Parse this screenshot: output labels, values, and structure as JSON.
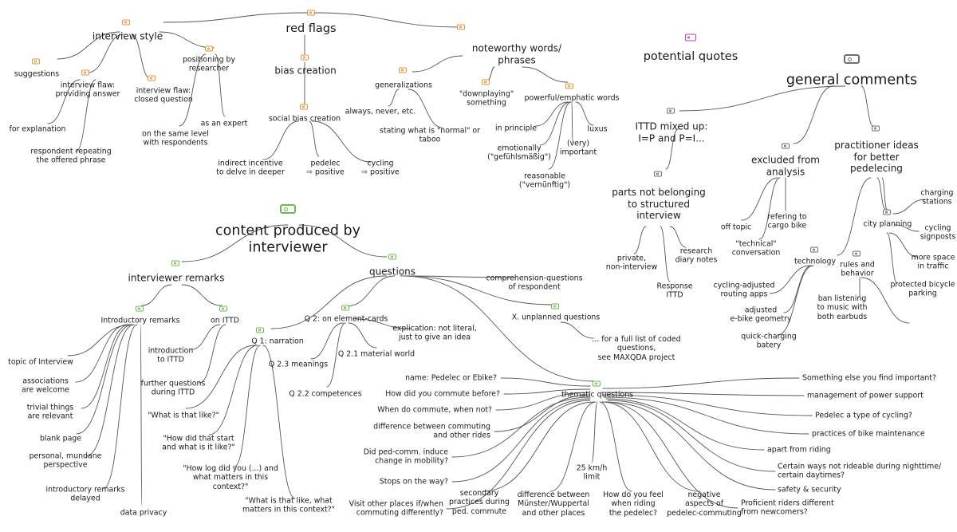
{
  "colors": {
    "red_flags": "#e8912f",
    "content": "#6bbb4a",
    "quotes": "#b23fb5",
    "comments": "#6e6e6e",
    "branch": "#555555"
  },
  "nodes": {
    "red_flags": "red flags",
    "interview_style": "interview style",
    "suggestions": "suggestions",
    "flaw_answer": "interview flaw:\nproviding answer",
    "flaw_closed": "interview flaw:\nclosed question",
    "positioning": "positioning by\nresearcher",
    "for_explanation": "for explanation",
    "respondent_repeating": "respondent repeating\nthe offered phrase",
    "same_level": "on the same level\nwith respondents",
    "as_expert": "as an expert",
    "bias_creation": "bias creation",
    "social_bias": "social bias creation",
    "indirect_incentive": "indirect incentive\nto delve in deeper",
    "pedelec_positive": "pedelec\n⇨ positive",
    "cycling_positive": "cycling\n⇨ positive",
    "noteworthy": "noteworthy words/\nphrases",
    "generalizations": "generalizations",
    "always_never": "always, never, etc.",
    "stating_normal": "stating what is \"normal\" or\ntaboo",
    "downplaying": "\"downplaying\"\nsomething",
    "powerful_words": "powerful/emphatic words",
    "in_principle": "in principle",
    "emotionally": "emotionally\n(\"gefühlsmäßig\")",
    "very_important": "(very)\nimportant",
    "luxus": "luxus",
    "reasonable": "reasonable\n(\"vernünftig\")",
    "potential_quotes": "potential quotes",
    "general_comments": "general comments",
    "ittd_mixed": "ITTD mixed up:\nI=P and P=I...",
    "excluded": "excluded from\nanalysis",
    "off_topic": "off topic",
    "cargo_bike": "refering to\ncargo bike",
    "technical_conv": "\"technical\"\nconversation",
    "practitioner": "practitioner ideas\nfor better\npedelecing",
    "charging_stations": "charging\nstations",
    "city_planning": "city planning",
    "cycling_signposts": "cycling\nsignposts",
    "more_space": "more space\nin traffic",
    "protected_parking": "protected bicycle\nparking",
    "technology": "technology",
    "rules_behavior": "rules and\nbehavior",
    "routing_apps": "cycling-adjusted\nrouting apps",
    "ebike_geometry": "adjusted\ne-bike geometry",
    "quick_charging": "quick-charging\nbatery",
    "ban_listening": "ban listening\nto music with\nboth earbuds",
    "parts_not_belonging": "parts not belonging\nto structured\ninterview",
    "private": "private,\nnon-interview",
    "response_ittd": "Response\nITTD",
    "diary_notes": "research\ndiary notes",
    "content_produced": "content produced by\ninterviewer",
    "interviewer_remarks": "interviewer remarks",
    "introductory_remarks": "Introductory remarks",
    "topic_interview": "topic of Interview",
    "associations": "associations\nare welcome",
    "trivial_things": "trivial things\nare relevant",
    "blank_page": "blank page",
    "personal_mundane": "personal, mundane\nperspective",
    "intro_delayed": "introductory remarks\ndelayed",
    "data_privacy": "data privacy",
    "on_ittd": "on ITTD",
    "intro_ittd": "introduction\nto ITTD",
    "further_questions": "further questions\nduring ITTD",
    "questions": "questions",
    "comprehension": "comprehension-questions\nof respondent",
    "unplanned": "X. unplanned questions",
    "full_list": "... for a full list of coded\nquestions,\nsee MAXQDA project",
    "q1": "Q 1: narration",
    "what_like": "\"What is that like?\"",
    "how_start": "\"How did that start\nand what is it like?\"",
    "how_long": "\"How log did you  (...) and\nwhat matters in this\ncontext?\"",
    "what_like_matters": "\"What is that like, what\nmatters in this context?\"",
    "q2": "Q 2: on element-cards",
    "explication": "explication: not literal,\njust to give an idea",
    "q23": "Q 2.3 meanings",
    "q21": "Q 2.1 material world",
    "q22": "Q 2.2 competences",
    "thematic": "thematic questions",
    "t_name": "name: Pedelec or Ebike?",
    "t_commute_before": "How did you  commute before?",
    "t_when_commute": "When do commute, when not?",
    "t_difference_rides": "difference between commuting\nand other rides",
    "t_did_pedcomm": "Did ped-comm. induce\nchange in mobility?",
    "t_stops": "Stops on the way?",
    "t_visit": "Visit other places if/when\ncommuting differently?",
    "t_secondary": "secondary\npractices during\nped. commute",
    "t_muenster": "difference between\nMünster/Wuppertal\nand other places",
    "t_25kmh": "25 km/h\nlimit",
    "t_how_feel": "How do you feel\nwhen riding\nthe pedelec?",
    "t_negative": "negative\naspects of\npedelec-commuting",
    "t_proficient": "Proficient riders different\nfrom newcomers?",
    "t_safety": "safety & security",
    "t_certain_ways": "Certain ways not rideable during nighttime/\ncertain daytimes?",
    "t_apart": "apart from riding",
    "t_practices": "practices of bike maintenance",
    "t_pedelec_type": "Pedelec a type of cycling?",
    "t_management": "management of power support",
    "t_something_else": "Something else you find important?"
  }
}
